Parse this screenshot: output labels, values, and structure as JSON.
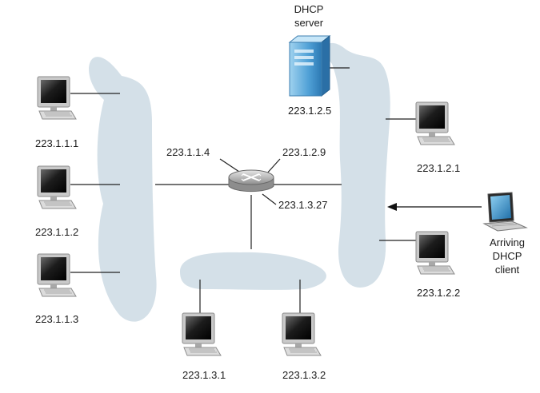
{
  "dhcp_server": {
    "label_line1": "DHCP",
    "label_line2": "server",
    "address": "223.1.2.5"
  },
  "router": {
    "if_subnet1": "223.1.1.4",
    "if_subnet2": "223.1.2.9",
    "if_subnet3": "223.1.3.27"
  },
  "subnet1_hosts": [
    "223.1.1.1",
    "223.1.1.2",
    "223.1.1.3"
  ],
  "subnet2_hosts": [
    "223.1.2.1",
    "223.1.2.2"
  ],
  "subnet3_hosts": [
    "223.1.3.1",
    "223.1.3.2"
  ],
  "arriving_client": {
    "line1": "Arriving",
    "line2": "DHCP",
    "line3": "client"
  },
  "colors": {
    "subnet_fill": "#d4e0e8",
    "link": "#222222",
    "server_body": "#5aa6d6",
    "monitor_frame": "#b8b8b8",
    "screen": "#1e1e1e",
    "router_body": "#a8a8a8",
    "laptop_screen": "#3d8fc7"
  }
}
